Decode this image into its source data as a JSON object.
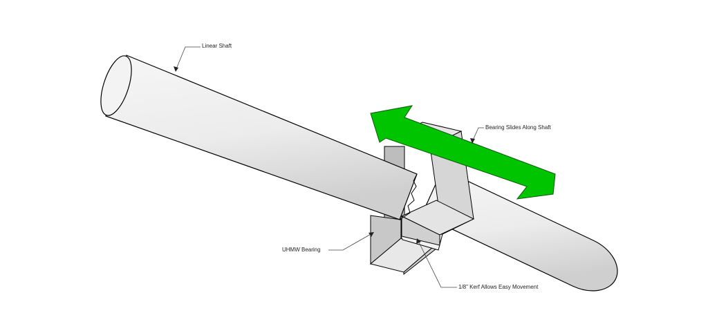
{
  "labels": {
    "linear_shaft": "Linear Shaft",
    "bearing_slides": "Bearing Slides Along Shaft",
    "uhmw_bearing": "UHMW Bearing",
    "kerf": "1/8\" Kerf Allows Easy Movement"
  },
  "colors": {
    "arrow": "#00c400",
    "outline": "#000000",
    "shaft": "#eeeeee",
    "bearing": "#e2e2e2"
  }
}
